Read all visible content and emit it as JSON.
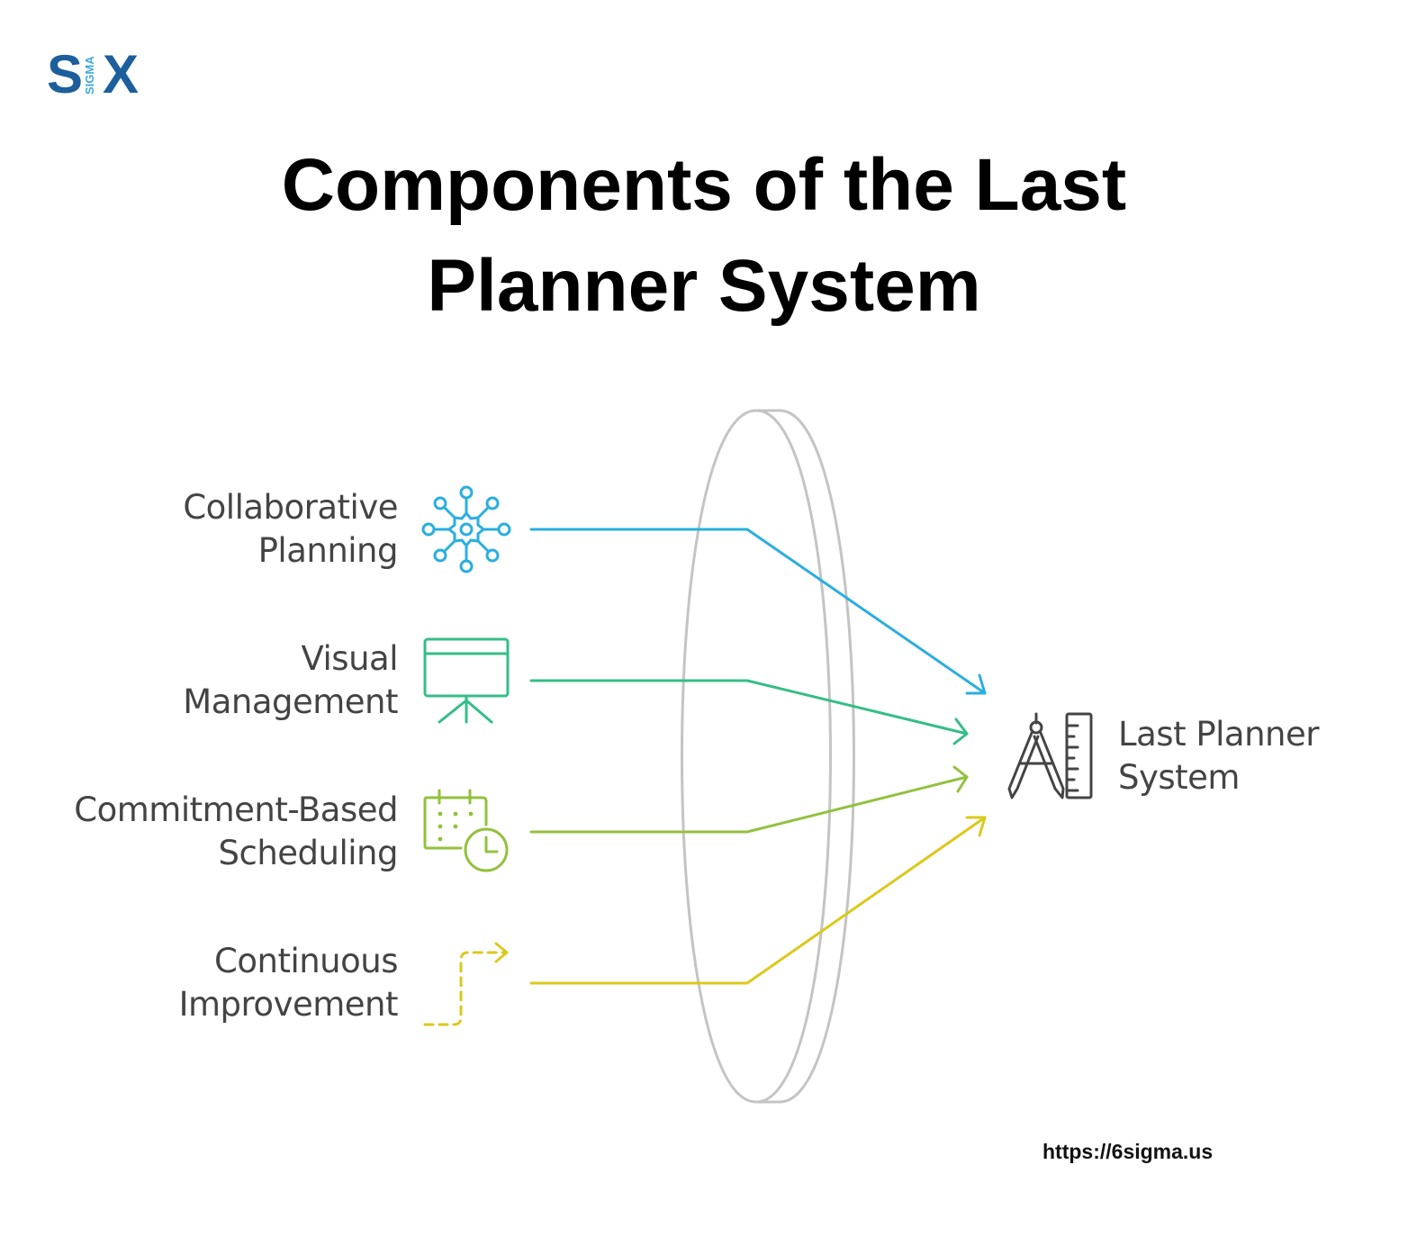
{
  "logo": {
    "s": "S",
    "sigma": "SIGMA",
    "x": "X"
  },
  "title": {
    "line1": "Components of the Last",
    "line2": "Planner System"
  },
  "components": [
    {
      "line1": "Collaborative",
      "line2": "Planning",
      "icon": "network-gear-icon",
      "color": "#2aaee0"
    },
    {
      "line1": "Visual",
      "line2": "Management",
      "icon": "presentation-board-icon",
      "color": "#35bd88"
    },
    {
      "line1": "Commitment-Based",
      "line2": "Scheduling",
      "icon": "calendar-clock-icon",
      "color": "#93c13e"
    },
    {
      "line1": "Continuous",
      "line2": "Improvement",
      "icon": "dashed-path-arrow-icon",
      "color": "#dcc81c"
    }
  ],
  "target": {
    "line1": "Last Planner",
    "line2": "System",
    "icon": "compass-ruler-icon",
    "color": "#444444"
  },
  "lens_color": "#c4c4c4",
  "url": "https://6sigma.us"
}
